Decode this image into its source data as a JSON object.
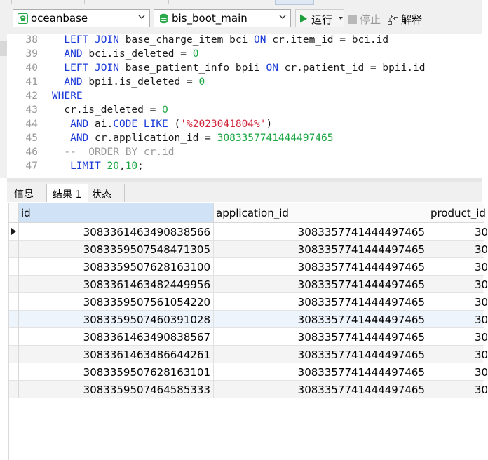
{
  "toolbar": {
    "connection": "oceanbase",
    "database": "bis_boot_main",
    "run_label": "运行",
    "stop_label": "停止",
    "explain_label": "解释"
  },
  "editor": {
    "lines": [
      {
        "num": "38",
        "indent": 2,
        "tokens": [
          {
            "t": "LEFT JOIN",
            "c": "kw"
          },
          {
            "t": " base_charge_item bci ",
            "c": ""
          },
          {
            "t": "ON",
            "c": "kw"
          },
          {
            "t": " cr.item_id = bci.id",
            "c": ""
          }
        ]
      },
      {
        "num": "39",
        "indent": 2,
        "tokens": [
          {
            "t": "AND",
            "c": "kw"
          },
          {
            "t": " bci.is_deleted = ",
            "c": ""
          },
          {
            "t": "0",
            "c": "num"
          }
        ]
      },
      {
        "num": "40",
        "indent": 2,
        "tokens": [
          {
            "t": "LEFT JOIN",
            "c": "kw"
          },
          {
            "t": " base_patient_info bpii ",
            "c": ""
          },
          {
            "t": "ON",
            "c": "kw"
          },
          {
            "t": " cr.patient_id = bpii.id",
            "c": ""
          }
        ]
      },
      {
        "num": "41",
        "indent": 2,
        "tokens": [
          {
            "t": "AND",
            "c": "kw"
          },
          {
            "t": " bpii.is_deleted = ",
            "c": ""
          },
          {
            "t": "0",
            "c": "num"
          }
        ]
      },
      {
        "num": "42",
        "indent": 0,
        "tokens": [
          {
            "t": "WHERE",
            "c": "kw"
          }
        ]
      },
      {
        "num": "43",
        "indent": 2,
        "tokens": [
          {
            "t": "cr.is_deleted = ",
            "c": ""
          },
          {
            "t": "0",
            "c": "num"
          }
        ]
      },
      {
        "num": "44",
        "indent": 3,
        "tokens": [
          {
            "t": "AND",
            "c": "kw"
          },
          {
            "t": " ai.",
            "c": ""
          },
          {
            "t": "CODE LIKE",
            "c": "kw"
          },
          {
            "t": " (",
            "c": ""
          },
          {
            "t": "'%2023041804%'",
            "c": "str"
          },
          {
            "t": ")",
            "c": ""
          }
        ]
      },
      {
        "num": "45",
        "indent": 3,
        "tokens": [
          {
            "t": "AND",
            "c": "kw"
          },
          {
            "t": " cr.application_id = ",
            "c": ""
          },
          {
            "t": "3083357741444497465",
            "c": "num"
          }
        ]
      },
      {
        "num": "46",
        "indent": 2,
        "tokens": [
          {
            "t": "--  ORDER BY cr.id",
            "c": "cmt"
          }
        ]
      },
      {
        "num": "47",
        "indent": 3,
        "tokens": [
          {
            "t": "LIMIT",
            "c": "kw"
          },
          {
            "t": " ",
            "c": ""
          },
          {
            "t": "20",
            "c": "num"
          },
          {
            "t": ",",
            "c": ""
          },
          {
            "t": "10",
            "c": "num"
          },
          {
            "t": ";",
            "c": ""
          }
        ]
      }
    ]
  },
  "result_tabs": [
    {
      "label": "信息",
      "active": false
    },
    {
      "label": "结果 1",
      "active": true
    },
    {
      "label": "状态",
      "active": false
    }
  ],
  "grid": {
    "columns": [
      "id",
      "application_id",
      "product_id"
    ],
    "rows": [
      [
        "3083361463490838566",
        "3083357741444497465",
        "30"
      ],
      [
        "3083359507548471305",
        "3083357741444497465",
        "30"
      ],
      [
        "3083359507628163100",
        "3083357741444497465",
        "30"
      ],
      [
        "3083361463482449956",
        "3083357741444497465",
        "30"
      ],
      [
        "3083359507561054220",
        "3083357741444497465",
        "30"
      ],
      [
        "3083359507460391028",
        "3083357741444497465",
        "30"
      ],
      [
        "3083361463490838567",
        "3083357741444497465",
        "30"
      ],
      [
        "3083361463486644261",
        "3083357741444497465",
        "30"
      ],
      [
        "3083359507628163101",
        "3083357741444497465",
        "30"
      ],
      [
        "3083359507464585333",
        "3083357741444497465",
        "30"
      ]
    ]
  },
  "colors": {
    "keyword": "#1a39d8",
    "number": "#17a640",
    "string": "#d2283c",
    "comment": "#9a9a9a",
    "run_green": "#1e9e3a"
  }
}
